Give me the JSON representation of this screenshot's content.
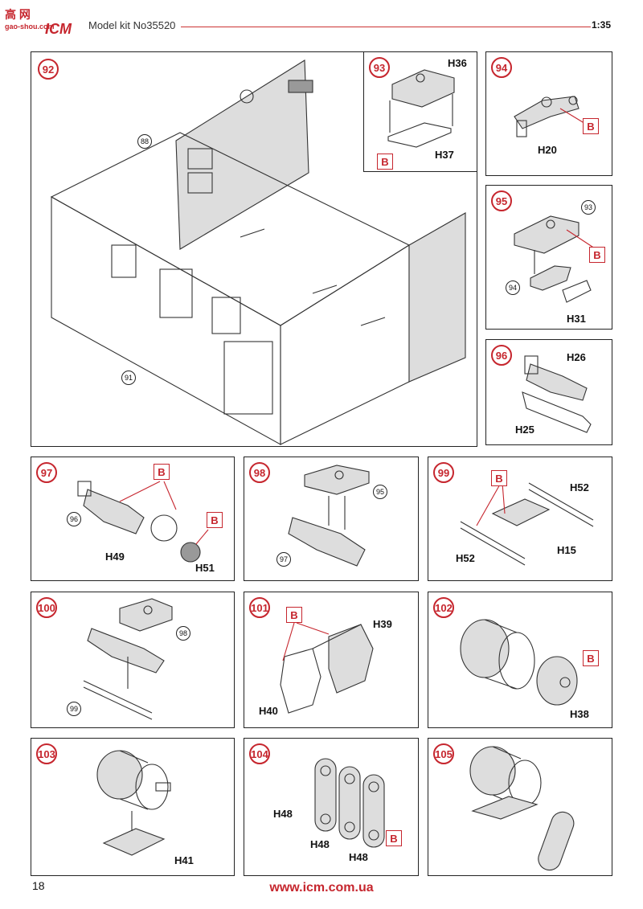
{
  "header": {
    "title": "Model kit No35520",
    "scale": "1:35",
    "logo_cn": "高 网",
    "logo_url": "gao-shou.com",
    "logo_brand": "ICM"
  },
  "colors": {
    "accent": "#c6262e"
  },
  "steps": [
    {
      "num": "92",
      "refs": [
        "88",
        "91"
      ],
      "parts": []
    },
    {
      "num": "93",
      "parts": [
        "H36",
        "H37"
      ],
      "glue": "B"
    },
    {
      "num": "94",
      "parts": [
        "H20"
      ],
      "glue": "B"
    },
    {
      "num": "95",
      "refs": [
        "93",
        "94"
      ],
      "parts": [
        "H31"
      ],
      "glue": "B"
    },
    {
      "num": "96",
      "parts": [
        "H26",
        "H25"
      ]
    },
    {
      "num": "97",
      "refs": [
        "96"
      ],
      "parts": [
        "H49",
        "H51"
      ],
      "glue": "B"
    },
    {
      "num": "98",
      "refs": [
        "95",
        "97"
      ],
      "parts": []
    },
    {
      "num": "99",
      "parts": [
        "H52",
        "H52",
        "H15"
      ],
      "glue": "B"
    },
    {
      "num": "100",
      "refs": [
        "98",
        "99"
      ],
      "parts": []
    },
    {
      "num": "101",
      "parts": [
        "H39",
        "H40"
      ],
      "glue": "B"
    },
    {
      "num": "102",
      "parts": [
        "H38"
      ],
      "glue": "B"
    },
    {
      "num": "103",
      "parts": [
        "H41"
      ]
    },
    {
      "num": "104",
      "parts": [
        "H48",
        "H48",
        "H48"
      ],
      "glue": "B"
    },
    {
      "num": "105",
      "parts": []
    }
  ],
  "footer": {
    "page": "18",
    "url": "www.icm.com.ua"
  }
}
